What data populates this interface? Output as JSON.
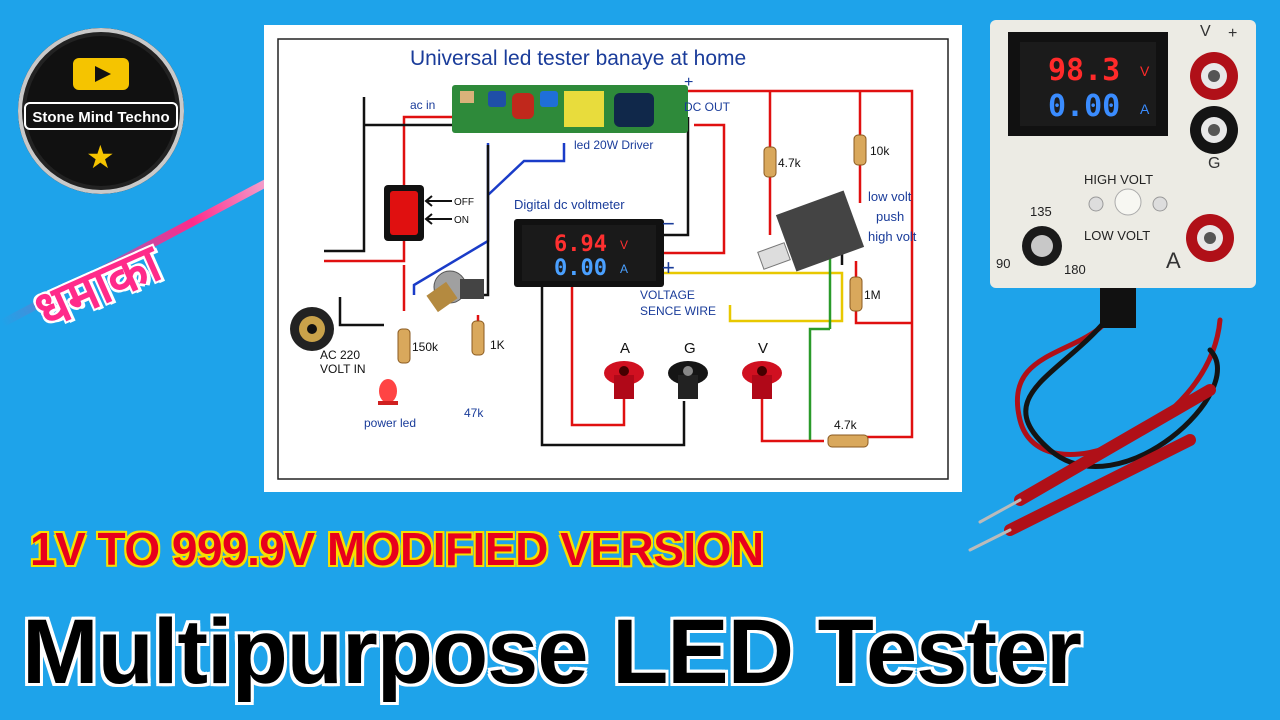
{
  "channel": {
    "name": "Stone Mind Techno",
    "icons": [
      "play-icon",
      "star-icon"
    ]
  },
  "badge": {
    "text": "धमाका"
  },
  "diagram": {
    "title": "Universal led tester banaye at home",
    "labels": {
      "ac_in": "ac in",
      "dc_out": "DC OUT",
      "plus_top": "+",
      "driver": "led 20W Driver",
      "off": "OFF",
      "on": "ON",
      "voltmeter": "Digital dc voltmeter",
      "minus": "−",
      "plus": "+",
      "meter_v": "6.94",
      "meter_a": "0.00",
      "unit_v": "V",
      "unit_a": "A",
      "r_4k7_top": "4.7k",
      "r_10k": "10k",
      "low_volt": "low volt",
      "push": "push",
      "high_volt": "high volt",
      "r_1m": "1M",
      "sense1": "VOLTAGE",
      "sense2": "SENCE WIRE",
      "r_150k": "150k",
      "ac220_1": "AC 220",
      "ac220_2": "VOLT IN",
      "r_1k": "1K",
      "r_47k": "47k",
      "power_led": "power led",
      "term_a": "A",
      "term_g": "G",
      "term_v": "V",
      "r_4k7_bottom": "4.7k"
    }
  },
  "device": {
    "display_v": "98.3",
    "display_a": "0.00",
    "unit_v": "V",
    "unit_a": "A",
    "high_volt": "HIGH VOLT",
    "low_volt": "LOW VOLT",
    "dial_135": "135",
    "dial_90": "90",
    "dial_180": "180",
    "term_v": "V",
    "term_plus": "+",
    "term_g": "G",
    "term_a": "A"
  },
  "subtitle": "1V TO 999.9V  MODIFIED VERSION",
  "title": "Multipurpose LED Tester",
  "colors": {
    "background": "#1ea3ea",
    "title": "#000000",
    "subtitle": "#e8001c",
    "subtitle_outline": "#f7e000",
    "badge": "#ff2a8a",
    "wire_red": "#e01010",
    "wire_black": "#111111",
    "wire_blue": "#1a3cc8",
    "wire_green": "#2a9a2a",
    "wire_yellow": "#e8c800"
  }
}
